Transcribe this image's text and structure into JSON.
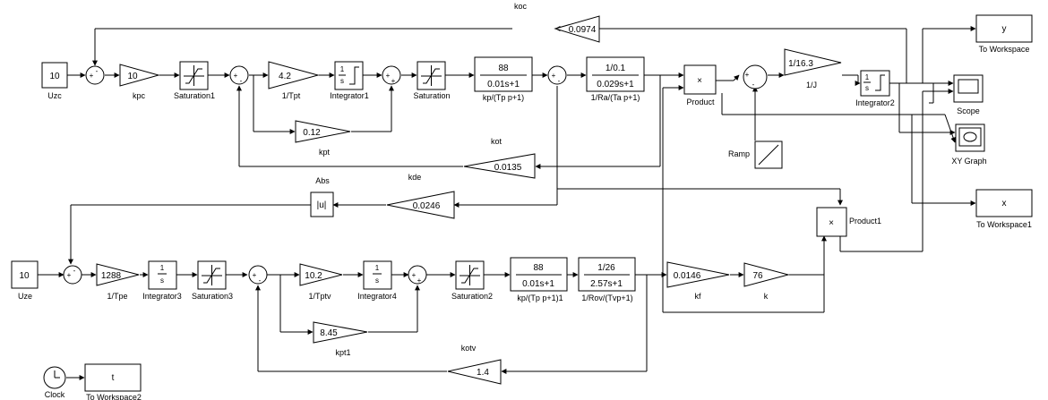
{
  "blocks": {
    "uzc": {
      "value": "10",
      "label": "Uzc"
    },
    "kpc": {
      "value": "10",
      "label": "kpc"
    },
    "saturation1": {
      "label": "Saturation1"
    },
    "tpt": {
      "value": "4.2",
      "label": "1/Tpt"
    },
    "integrator1": {
      "num": "1",
      "den": "s",
      "label": "Integrator1"
    },
    "saturation": {
      "label": "Saturation"
    },
    "tf_kp": {
      "num": "88",
      "den": "0.01s+1",
      "label": "kp/(Tp p+1)"
    },
    "tf_ra": {
      "num": "1/0.1",
      "den": "0.029s+1",
      "label": "1/Ra/(Ta p+1)"
    },
    "product": {
      "symbol": "×",
      "label": "Product"
    },
    "gain_j": {
      "value": "1/16.3",
      "label": "1/J"
    },
    "integrator2": {
      "num": "1",
      "den": "s",
      "label": "Integrator2"
    },
    "koc": {
      "value": "0.0974",
      "label": "koc"
    },
    "kpt": {
      "value": "0.12",
      "label": "kpt"
    },
    "kot": {
      "value": "0.0135",
      "label": "kot"
    },
    "ramp": {
      "label": "Ramp"
    },
    "workspace_y": {
      "value": "y",
      "label": "To Workspace"
    },
    "scope": {
      "label": "Scope"
    },
    "xy_graph": {
      "label": "XY Graph"
    },
    "workspace_x": {
      "value": "x",
      "label": "To Workspace1"
    },
    "kde": {
      "value": "0.0246",
      "label": "kde"
    },
    "abs": {
      "value": "|u|",
      "label": "Abs"
    },
    "product1": {
      "symbol": "×",
      "label": "Product1"
    },
    "uze": {
      "value": "10",
      "label": "Uze"
    },
    "tpe": {
      "value": "1288",
      "label": "1/Tpe"
    },
    "integrator3": {
      "num": "1",
      "den": "s",
      "label": "Integrator3"
    },
    "saturation3": {
      "label": "Saturation3"
    },
    "tptv": {
      "value": "10.2",
      "label": "1/Tptv"
    },
    "integrator4": {
      "num": "1",
      "den": "s",
      "label": "Integrator4"
    },
    "saturation2": {
      "label": "Saturation2"
    },
    "tf_kp1": {
      "num": "88",
      "den": "0.01s+1",
      "label": "kp/(Tp p+1)1"
    },
    "tf_rov": {
      "num": "1/26",
      "den": "2.57s+1",
      "label": "1/Rov/(Tvp+1)"
    },
    "kf": {
      "value": "0.0146",
      "label": "kf"
    },
    "k": {
      "value": "76",
      "label": "k"
    },
    "kpt1": {
      "value": "8.45",
      "label": "kpt1"
    },
    "kotv": {
      "value": "1.4",
      "label": "kotv"
    },
    "clock": {
      "label": "Clock"
    },
    "workspace_t": {
      "value": "t",
      "label": "To Workspace2"
    }
  },
  "sum_signs": {
    "s1": [
      "+",
      "-"
    ],
    "s2": [
      "+",
      "-"
    ],
    "s3": [
      "+",
      "+"
    ],
    "s4": [
      "+",
      "-"
    ],
    "s5": [
      "+",
      "-"
    ],
    "s6": [
      "+",
      "-"
    ],
    "s7": [
      "+",
      "-"
    ],
    "s8": [
      "+",
      "+"
    ]
  }
}
